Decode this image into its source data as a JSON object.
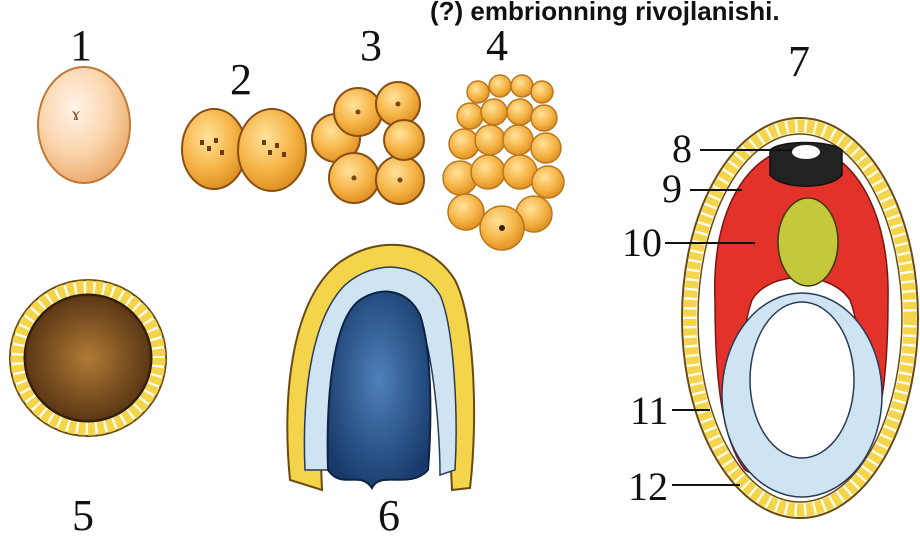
{
  "title": "(?) embrionning rivojlanishi.",
  "stage_labels": [
    "1",
    "2",
    "3",
    "4",
    "5",
    "6",
    "7"
  ],
  "part_labels": [
    "8",
    "9",
    "10",
    "11",
    "12"
  ],
  "colors": {
    "yolk_orange": "#f2a93b",
    "egg_pale": "#fbd7b0",
    "ectoderm_yellow": "#f3d44a",
    "mesoderm_red": "#e2322a",
    "endoderm_blue": "#cfe4f2",
    "inner_blue": "#2f5f99",
    "brown_core": "#8a5a22",
    "green_cells": "#c4c83a",
    "line": "#1a1a1a"
  }
}
